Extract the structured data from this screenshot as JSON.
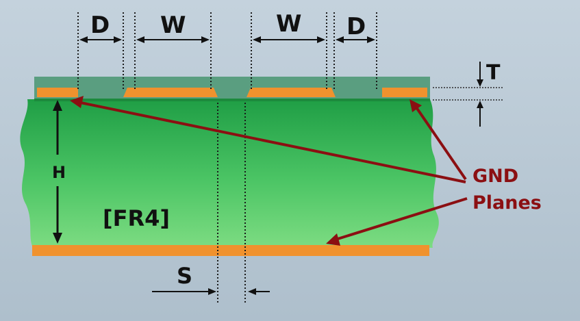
{
  "labels": {
    "d_left": "D",
    "w_left": "W",
    "w_right": "W",
    "d_right": "D",
    "t": "T",
    "h": "H",
    "substrate": "[FR4]",
    "s": "S",
    "gnd_line1": "GND",
    "gnd_line2": "Planes"
  },
  "colors": {
    "background": "#bccbd6",
    "substrate": "#2fb04f",
    "copper": "#f0922e",
    "solder_mask": "#5a9e80",
    "annotation": "#8b0f12"
  }
}
